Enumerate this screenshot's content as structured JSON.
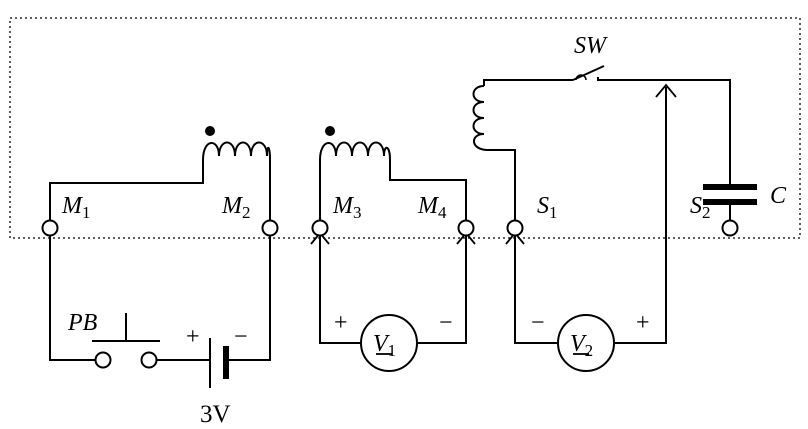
{
  "labels": {
    "m1": {
      "main": "M",
      "sub": "1"
    },
    "m2": {
      "main": "M",
      "sub": "2"
    },
    "m3": {
      "main": "M",
      "sub": "3"
    },
    "m4": {
      "main": "M",
      "sub": "4"
    },
    "s1": {
      "main": "S",
      "sub": "1"
    },
    "s2": {
      "main": "S",
      "sub": "2"
    },
    "sw": "SW",
    "c": "C",
    "pb": "PB",
    "battery_voltage": "3V",
    "v1": {
      "main": "V",
      "sub": "1"
    },
    "v2": {
      "main": "V",
      "sub": "2"
    }
  },
  "signs": {
    "plus": "+",
    "minus": "−"
  },
  "colors": {
    "line": "#000000",
    "background": "#ffffff"
  }
}
